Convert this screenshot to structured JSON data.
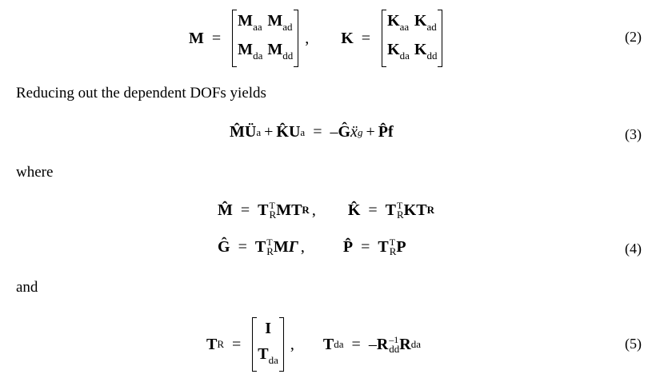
{
  "eq2": {
    "lhs1": "M",
    "lhs2": "K",
    "eq": "=",
    "comma": ",",
    "M": [
      [
        "M",
        "aa",
        "M",
        "ad"
      ],
      [
        "M",
        "da",
        "M",
        "dd"
      ]
    ],
    "K": [
      [
        "K",
        "aa",
        "K",
        "ad"
      ],
      [
        "K",
        "da",
        "K",
        "dd"
      ]
    ],
    "number": "(2)"
  },
  "text1": "Reducing out the dependent DOFs yields",
  "eq3": {
    "M_hat": "M̂",
    "U_ddot": "Ü",
    "sub_a": "a",
    "plus": "+",
    "K_hat": "K̂",
    "U": "U",
    "eq": "=",
    "minus": "–",
    "G_hat": "Ĝ",
    "x_ddot": "ẍ",
    "sub_g": "g",
    "P_hat": "P̂",
    "f": "f",
    "number": "(3)"
  },
  "text2": "where",
  "eq4": {
    "line1": {
      "lhs1": "M̂",
      "T": "T",
      "sup": "T",
      "sub": "R",
      "mid1": "M",
      "comma": ",",
      "lhs2": "K̂",
      "mid2": "K"
    },
    "line2": {
      "lhs1": "Ĝ",
      "mid1": "M",
      "gamma": "Γ",
      "comma": ",",
      "lhs2": "P̂",
      "mid2": "P"
    },
    "eq": "=",
    "number": "(4)"
  },
  "text3": "and",
  "eq5": {
    "TR": "T",
    "sub_R": "R",
    "eq": "=",
    "I": "I",
    "Tda": "T",
    "sub_da": "da",
    "comma": ",",
    "minus": "–",
    "R": "R",
    "sup_inv": "–1",
    "sub_dd": "dd",
    "number": "(5)"
  }
}
